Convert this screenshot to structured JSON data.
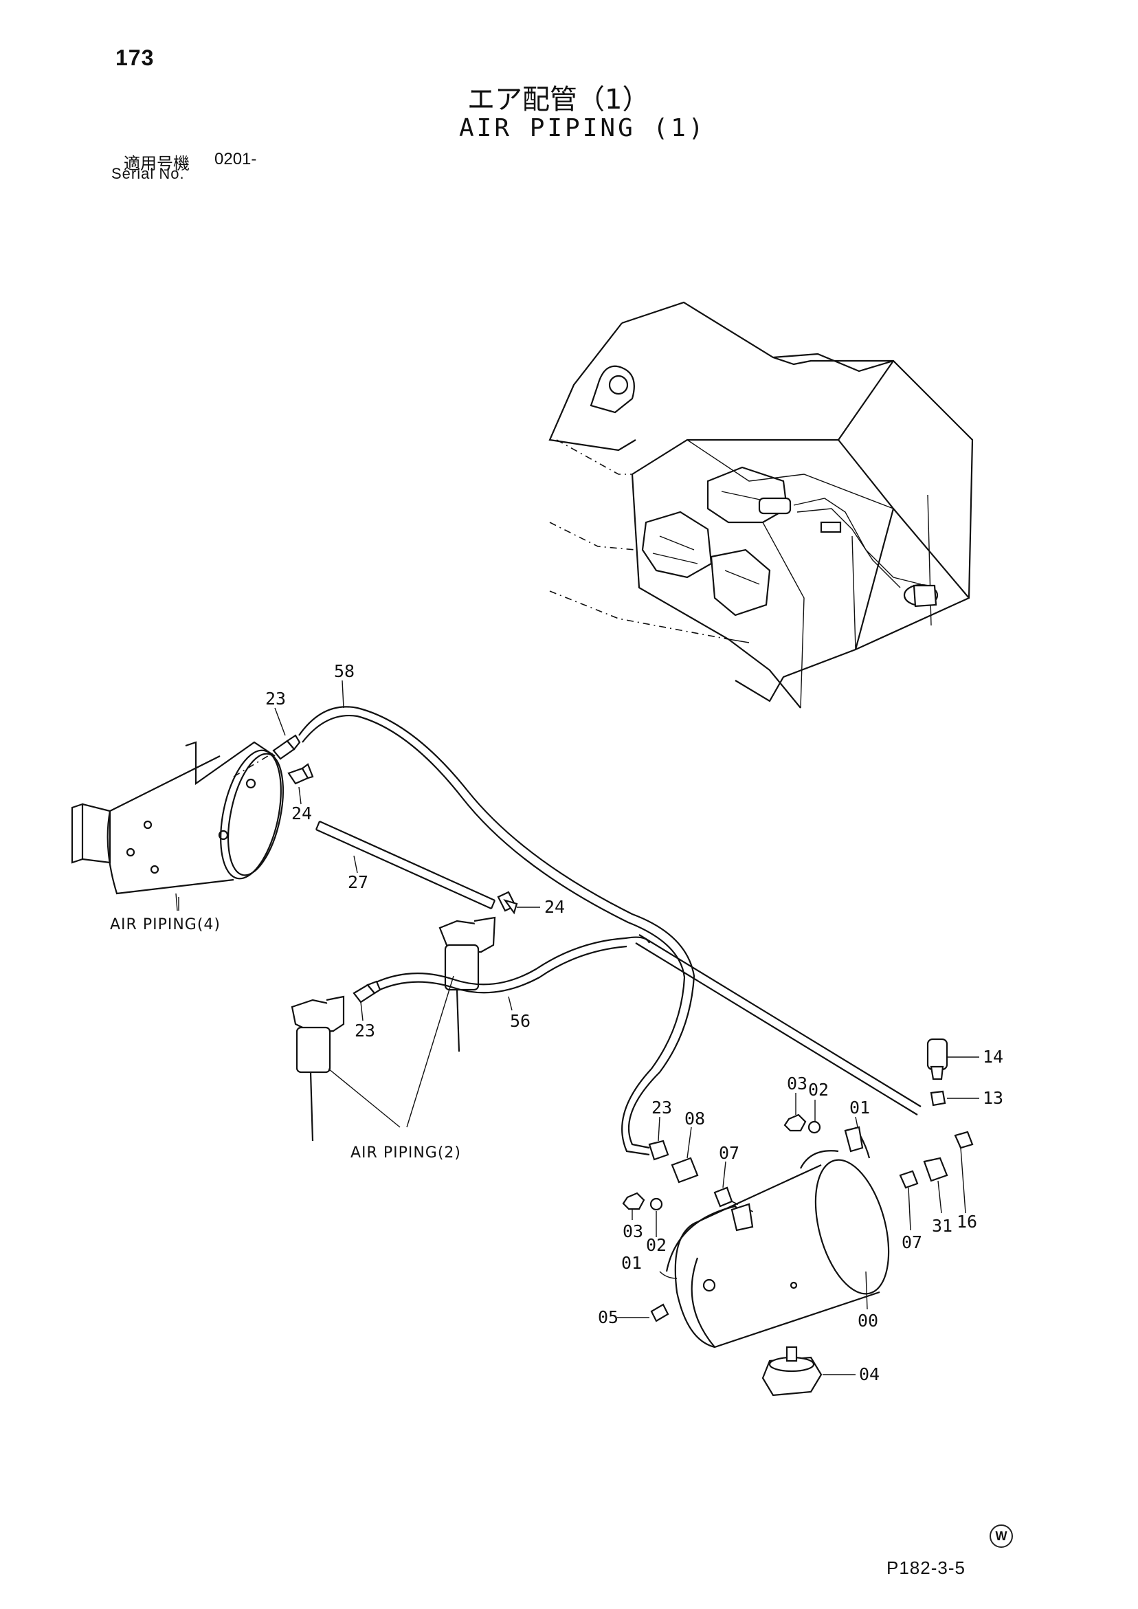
{
  "page_number": "173",
  "title_jp": "エア配管（1）",
  "title_en": "AIR PIPING (1)",
  "serial": {
    "label_jp": "適用号機",
    "value": "0201-",
    "label_en": "Serial No."
  },
  "references": {
    "air_piping_4": "AIR PIPING(4)",
    "air_piping_2": "AIR PIPING(2)"
  },
  "callouts": {
    "c58": "58",
    "c23a": "23",
    "c24a": "24",
    "c27": "27",
    "c24b": "24",
    "c56": "56",
    "c23b": "23",
    "c14": "14",
    "c13": "13",
    "c03a": "03",
    "c02a": "02",
    "c01a": "01",
    "c23c": "23",
    "c08": "08",
    "c07a": "07",
    "c07b": "07",
    "c31": "31",
    "c16": "16",
    "c03b": "03",
    "c02b": "02",
    "c01b": "01",
    "c00": "00",
    "c05": "05",
    "c04": "04"
  },
  "watermark": "W",
  "doc_code": "P182-3-5"
}
